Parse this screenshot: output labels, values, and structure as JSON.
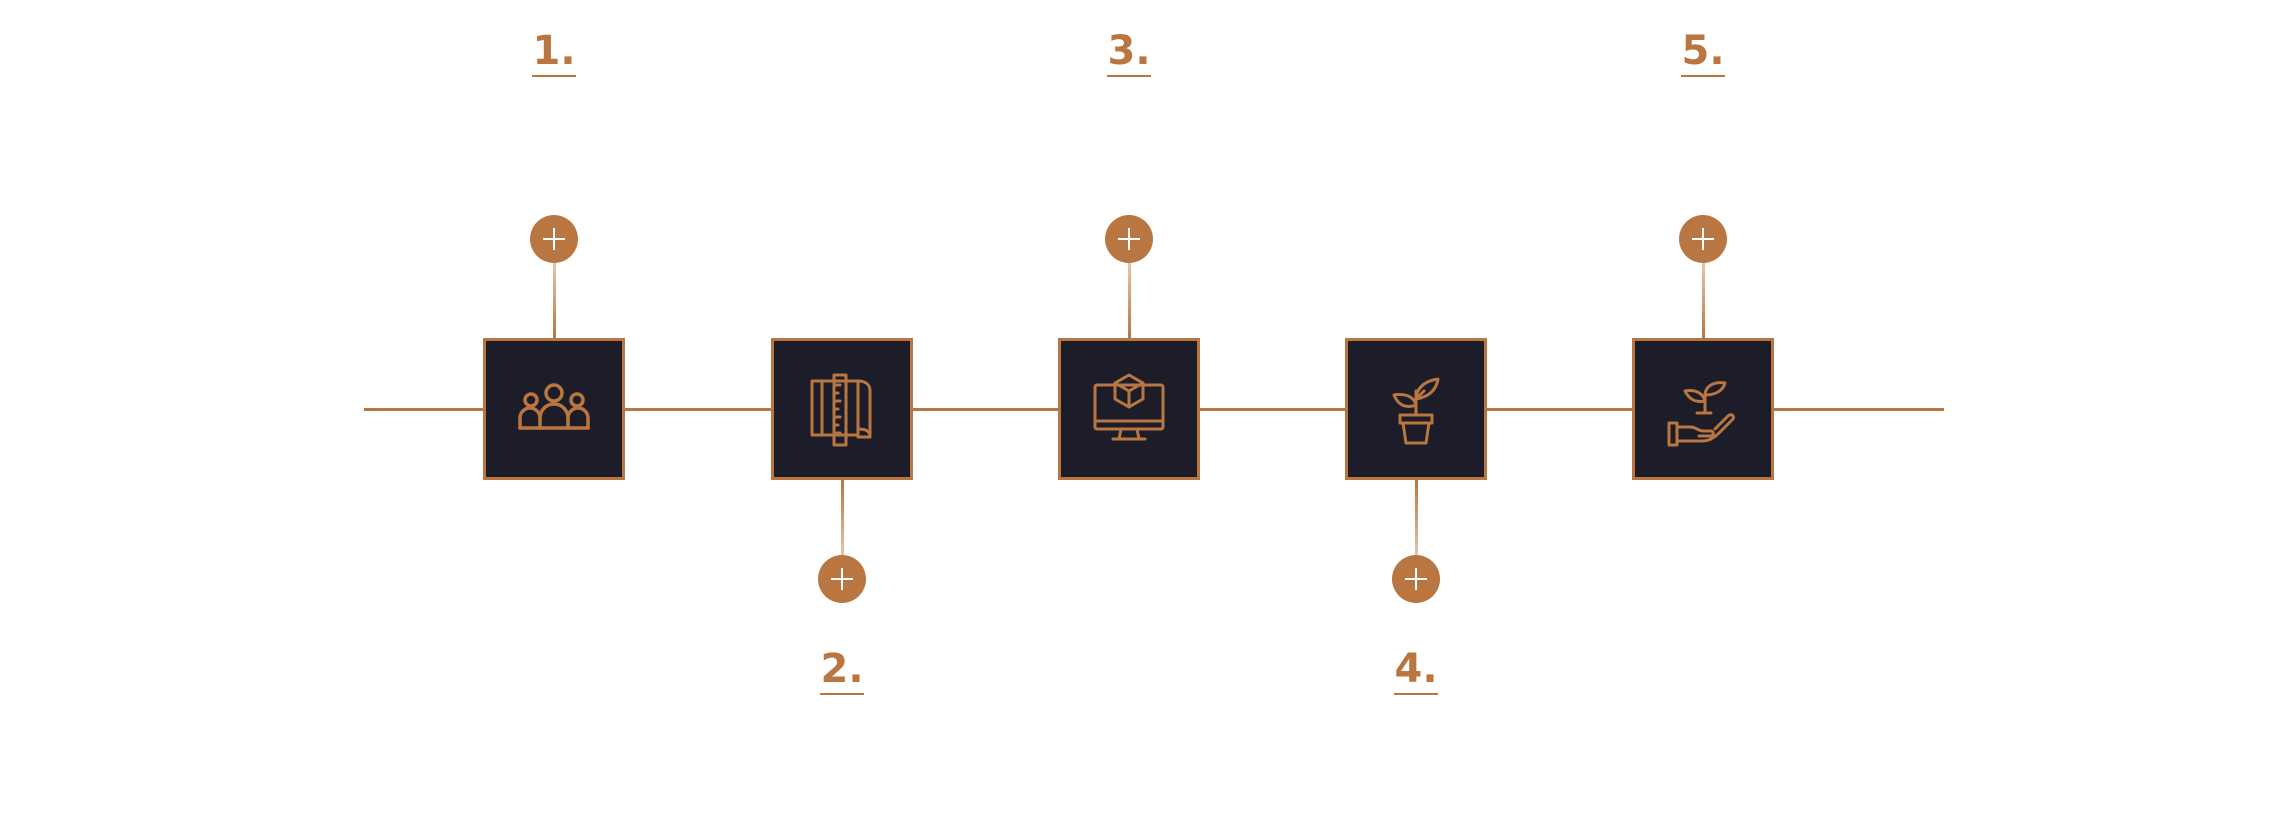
{
  "colors": {
    "accent": "#b97640",
    "box_fill": "#1c1d29",
    "background": "#ffffff",
    "plus_sign": "#ffffff"
  },
  "steps": [
    {
      "number": "1.",
      "icon": "team-icon",
      "position": "above"
    },
    {
      "number": "2.",
      "icon": "ruler-blueprint-icon",
      "position": "below"
    },
    {
      "number": "3.",
      "icon": "monitor-cube-icon",
      "position": "above"
    },
    {
      "number": "4.",
      "icon": "potted-plant-icon",
      "position": "below"
    },
    {
      "number": "5.",
      "icon": "hand-sprout-icon",
      "position": "above"
    }
  ]
}
